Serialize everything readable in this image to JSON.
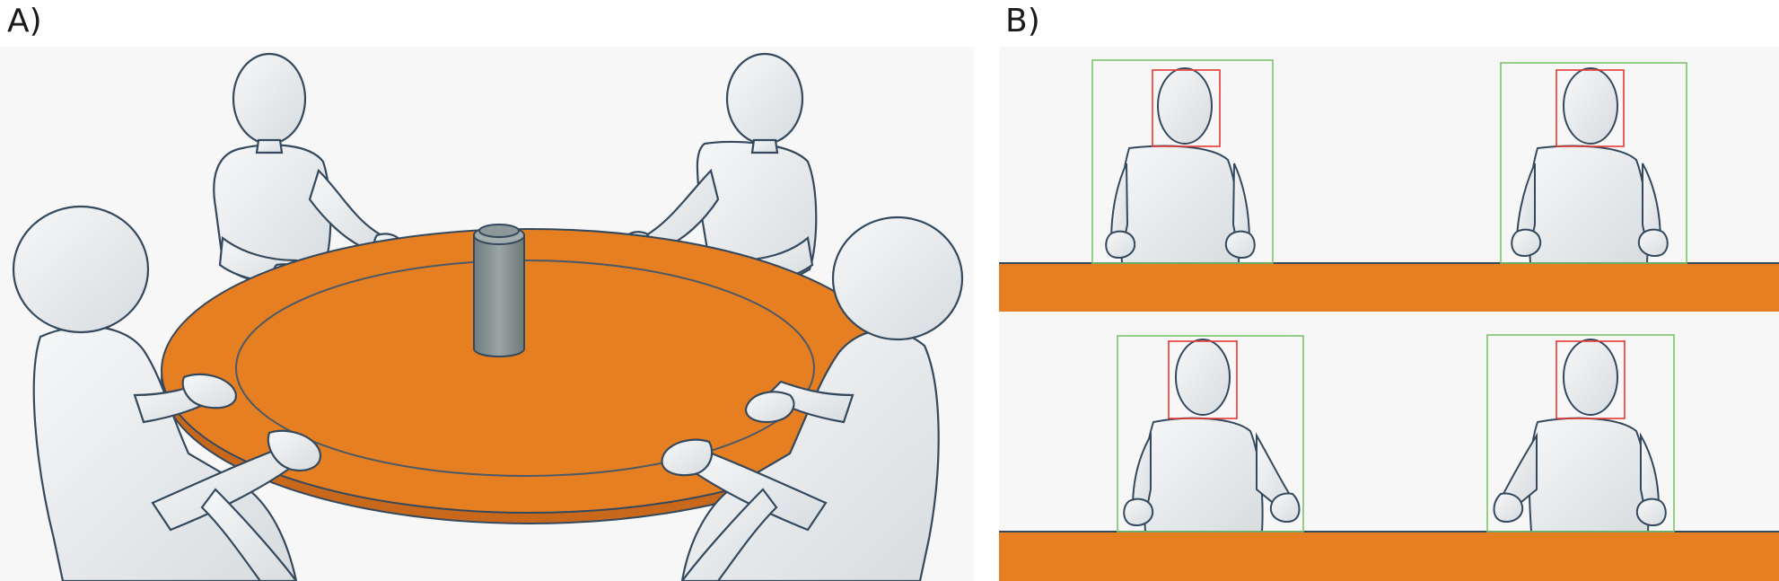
{
  "panels": {
    "a": {
      "label": "A)"
    },
    "b": {
      "label": "B)"
    }
  },
  "colors": {
    "background": "#f7f7f7",
    "table": "#e67e22",
    "table_dark": "#c9671a",
    "figure_fill": "#eceef0",
    "figure_outline": "#34495e",
    "can": "#7f8c8d",
    "body_box": "#7cc36b",
    "face_box": "#e53935"
  },
  "icons": [
    "human-figure",
    "cylinder-can",
    "round-table",
    "body-bounding-box",
    "face-bounding-box"
  ]
}
